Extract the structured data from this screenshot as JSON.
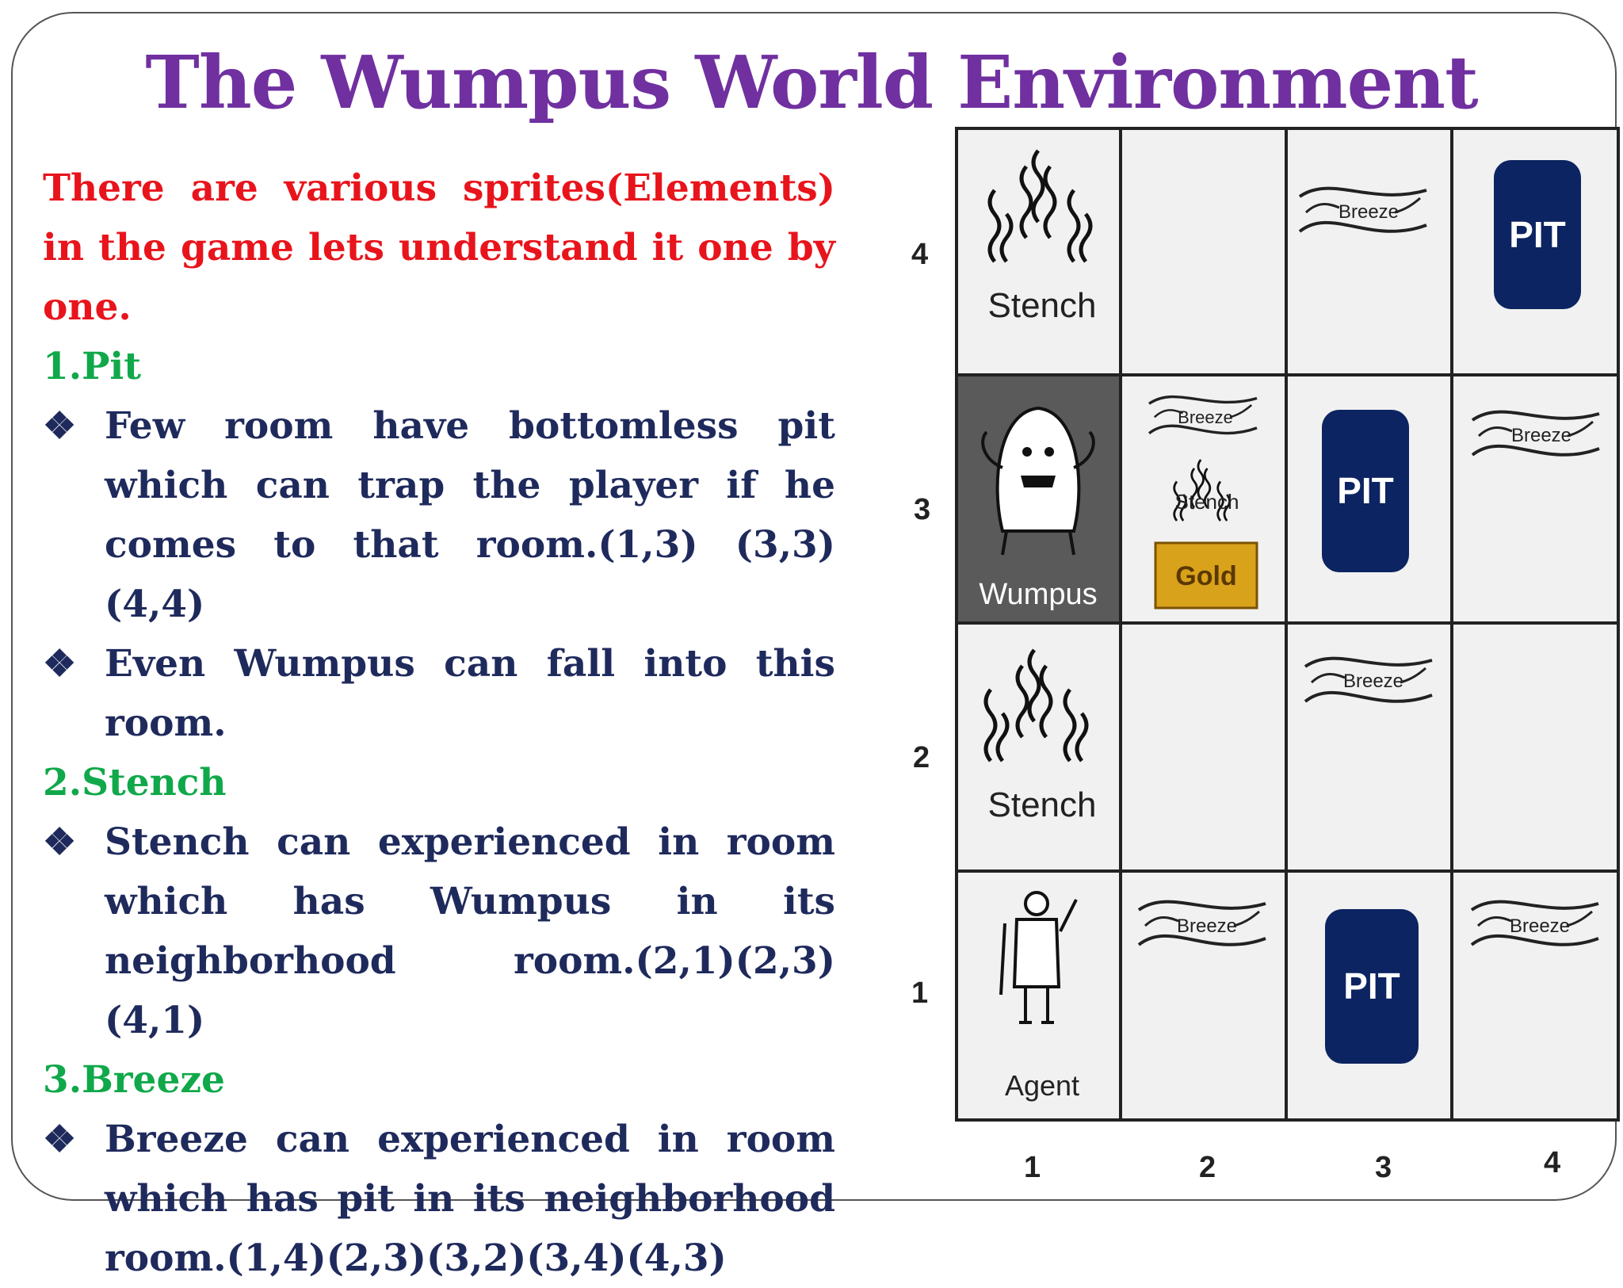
{
  "slide": {
    "title": "The Wumpus World Environment",
    "intro": "There are various sprites(Elements) in the game lets understand it one by one.",
    "sections": [
      {
        "heading": "1.Pit",
        "bullets": [
          "Few room have bottomless pit which can trap the player if he comes to that room.(1,3) (3,3) (4,4)",
          "Even Wumpus can fall into this room."
        ]
      },
      {
        "heading": "2.Stench",
        "bullets": [
          "Stench can experienced in room which has Wumpus in its neighborhood room.(2,1)(2,3) (4,1)"
        ]
      },
      {
        "heading": "3.Breeze",
        "bullets": [
          "Breeze can experienced in room which has pit in its neighborhood room.(1,4)(2,3)(3,2)(3,4)(4,3)"
        ]
      }
    ],
    "bullet_symbol": "❖"
  },
  "diagram": {
    "row_labels": [
      "4",
      "3",
      "2",
      "1"
    ],
    "col_labels": [
      "1",
      "2",
      "3",
      "4"
    ],
    "cells": {
      "r4c1": "Stench",
      "r4c3": "Breeze",
      "r4c4": "PIT",
      "r3c1": "Wumpus",
      "r3c2_breeze": "Breeze",
      "r3c2_stench": "Stench",
      "r3c2_gold": "Gold",
      "r3c3": "PIT",
      "r3c4": "Breeze",
      "r2c1": "Stench",
      "r2c3": "Breeze",
      "r1c1": "Agent",
      "r1c2": "Breeze",
      "r1c3": "PIT",
      "r1c4": "Breeze"
    },
    "colors": {
      "pit": "#0c2461",
      "wumpus_cell": "#5a5a5a",
      "grid_line": "#222222",
      "gold": "#d9a21b"
    }
  }
}
